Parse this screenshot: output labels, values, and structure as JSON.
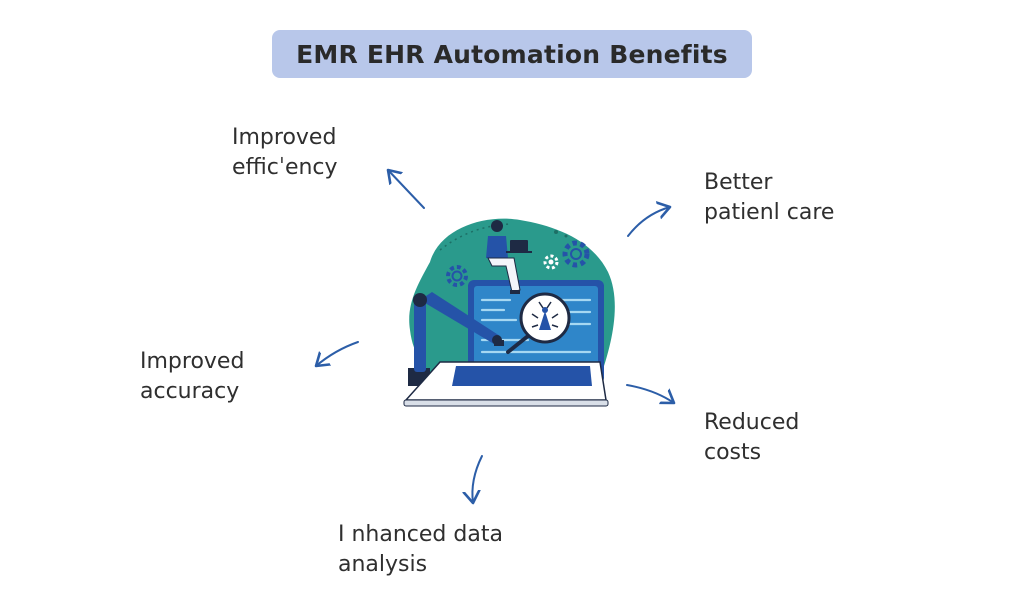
{
  "title": "EMR EHR Automation Benefits",
  "benefits": {
    "efficiency": {
      "line1": "Improved",
      "line2": "efficˈency"
    },
    "patient_care": {
      "line1": "Better",
      "line2": "patienl care"
    },
    "accuracy": {
      "line1": "Improved",
      "line2": "accuracy"
    },
    "costs": {
      "line1": "Reduced",
      "line2": "costs"
    },
    "data_analysis": {
      "line1": "I nhanced data",
      "line2": "analysis"
    }
  },
  "colors": {
    "title_bg": "#b8c7ea",
    "teal": "#2a9a8c",
    "dark_blue": "#2553a8",
    "arrow": "#2c5ea8",
    "text": "#2f2f2f"
  },
  "icons": [
    "gear-icon",
    "bug-icon",
    "magnifier-icon",
    "robot-arm-icon",
    "laptop-icon",
    "person-icon"
  ]
}
